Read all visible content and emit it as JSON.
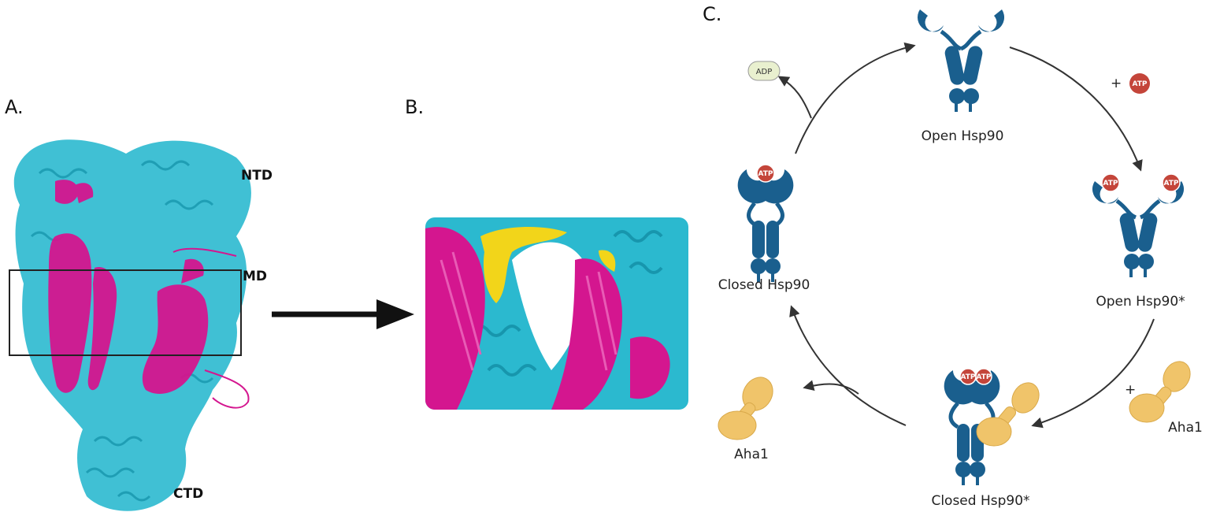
{
  "panels": {
    "a": {
      "label": "A.",
      "domains": {
        "ntd": "NTD",
        "md": "MD",
        "ctd": "CTD"
      }
    },
    "b": {
      "label": "B."
    },
    "c": {
      "label": "C.",
      "states": {
        "open": "Open Hsp90",
        "open_star": "Open Hsp90*",
        "closed_star": "Closed Hsp90*",
        "closed": "Closed Hsp90"
      },
      "cochaperone": "Aha1",
      "cochaperone_right": "Aha1",
      "nucleotides": {
        "adp": "ADP",
        "atp": "ATP"
      },
      "plus_atp": "+",
      "plus_aha1": "+"
    }
  },
  "colors": {
    "cyan": "#2bb9cf",
    "magenta": "#d4168f",
    "yellow": "#f2d51a",
    "hsp_blue": "#1a5f8e",
    "atp_red": "#c4453a",
    "aha_tan": "#f0c46a",
    "adp_fill": "#e9f0cf"
  }
}
